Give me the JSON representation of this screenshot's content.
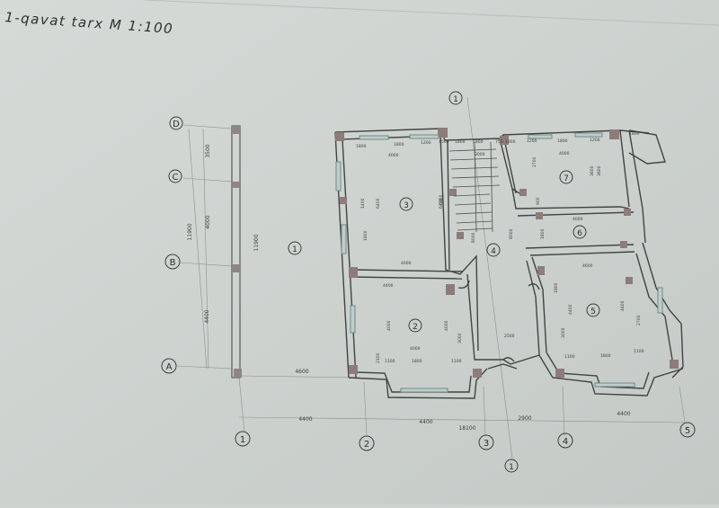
{
  "title": "1-qavat tarx  M 1:100",
  "row_axes": [
    "D",
    "C",
    "B",
    "A"
  ],
  "column_axes": [
    "1",
    "2",
    "3",
    "4",
    "5"
  ],
  "section_marks": [
    "1",
    "1",
    "1"
  ],
  "rooms": [
    "3",
    "2",
    "4",
    "7",
    "6",
    "5"
  ],
  "dims": {
    "bottom_spans": [
      "4400",
      "4400",
      "2900",
      "4400"
    ],
    "bottom_total": "18100",
    "left_chain": [
      "3500",
      "4000",
      "4400"
    ],
    "left_total": "11900",
    "wall_length": "11900",
    "ext_4600": "4600",
    "top_room3": [
      "1800",
      "1800",
      "1200"
    ],
    "top_stair": [
      "4500",
      "1800",
      "1800",
      "750",
      "1800"
    ],
    "top_room7": [
      "1200",
      "1800",
      "1200",
      "1800"
    ],
    "room3": [
      "4000",
      "4000",
      "6400",
      "6400",
      "1400",
      "1800"
    ],
    "room2": [
      "4400",
      "4000",
      "4000",
      "4000",
      "3000",
      "1100",
      "1800",
      "1100",
      "2100"
    ],
    "stair": [
      "3000",
      "6400",
      "8000",
      "8000"
    ],
    "room4": [
      "2500"
    ],
    "room7": [
      "4000",
      "3600",
      "3600",
      "900",
      "2700"
    ],
    "room6": [
      "4000",
      "1800"
    ],
    "room5": [
      "4600",
      "4400",
      "4400",
      "3000",
      "1800",
      "2700",
      "1100",
      "1800",
      "1100"
    ]
  }
}
